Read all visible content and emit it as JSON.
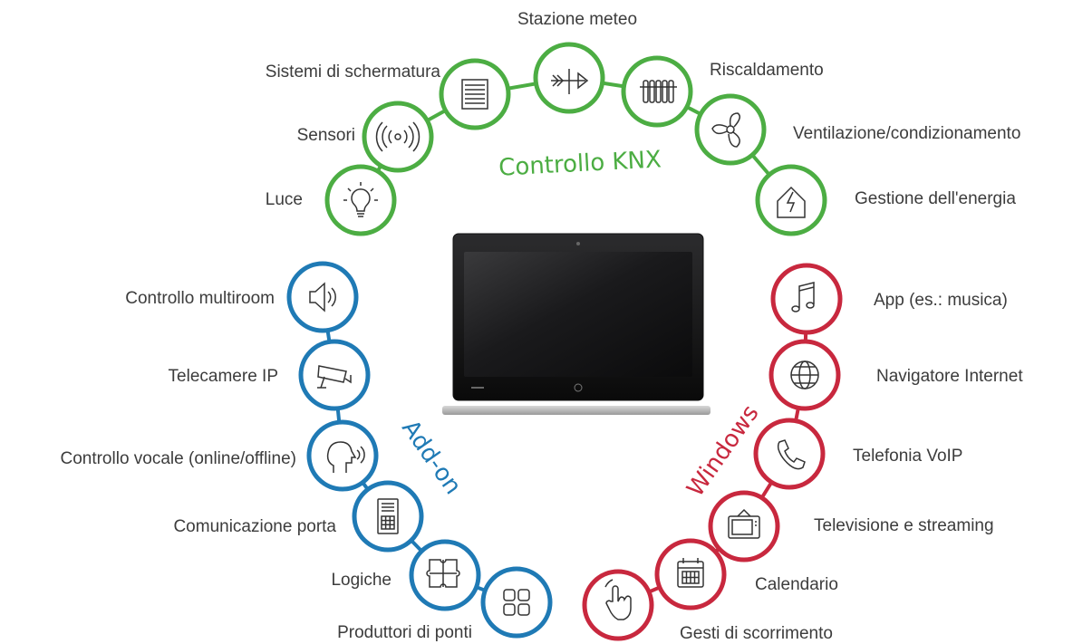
{
  "groups": {
    "knx": {
      "title": "Controllo KNX",
      "color": "#4cad43",
      "items": [
        {
          "label": "Luce",
          "icon": "lightbulb-icon"
        },
        {
          "label": "Sensori",
          "icon": "sensor-icon"
        },
        {
          "label": "Sistemi di schermatura",
          "icon": "blinds-icon"
        },
        {
          "label": "Stazione meteo",
          "icon": "weather-vane-icon"
        },
        {
          "label": "Riscaldamento",
          "icon": "radiator-icon"
        },
        {
          "label": "Ventilazione/condizionamento",
          "icon": "fan-icon"
        },
        {
          "label": "Gestione dell'energia",
          "icon": "energy-house-icon"
        }
      ]
    },
    "addon": {
      "title": "Add-on",
      "color": "#1f7ab5",
      "items": [
        {
          "label": "Controllo multiroom",
          "icon": "speaker-icon"
        },
        {
          "label": "Telecamere IP",
          "icon": "security-camera-icon"
        },
        {
          "label": "Controllo vocale (online/offline)",
          "icon": "voice-head-icon"
        },
        {
          "label": "Comunicazione porta",
          "icon": "door-intercom-icon"
        },
        {
          "label": "Logiche",
          "icon": "puzzle-icon"
        },
        {
          "label": "Produttori di ponti",
          "icon": "grid-icon"
        }
      ]
    },
    "windows": {
      "title": "Windows",
      "color": "#c8283e",
      "items": [
        {
          "label": "App (es.: musica)",
          "icon": "music-note-icon"
        },
        {
          "label": "Navigatore Internet",
          "icon": "globe-icon"
        },
        {
          "label": "Telefonia VoIP",
          "icon": "phone-icon"
        },
        {
          "label": "Televisione e streaming",
          "icon": "tv-icon"
        },
        {
          "label": "Calendario",
          "icon": "calendar-icon"
        },
        {
          "label": "Gesti di scorrimento",
          "icon": "swipe-hand-icon"
        }
      ]
    }
  },
  "device": {
    "name": "touch-panel"
  }
}
